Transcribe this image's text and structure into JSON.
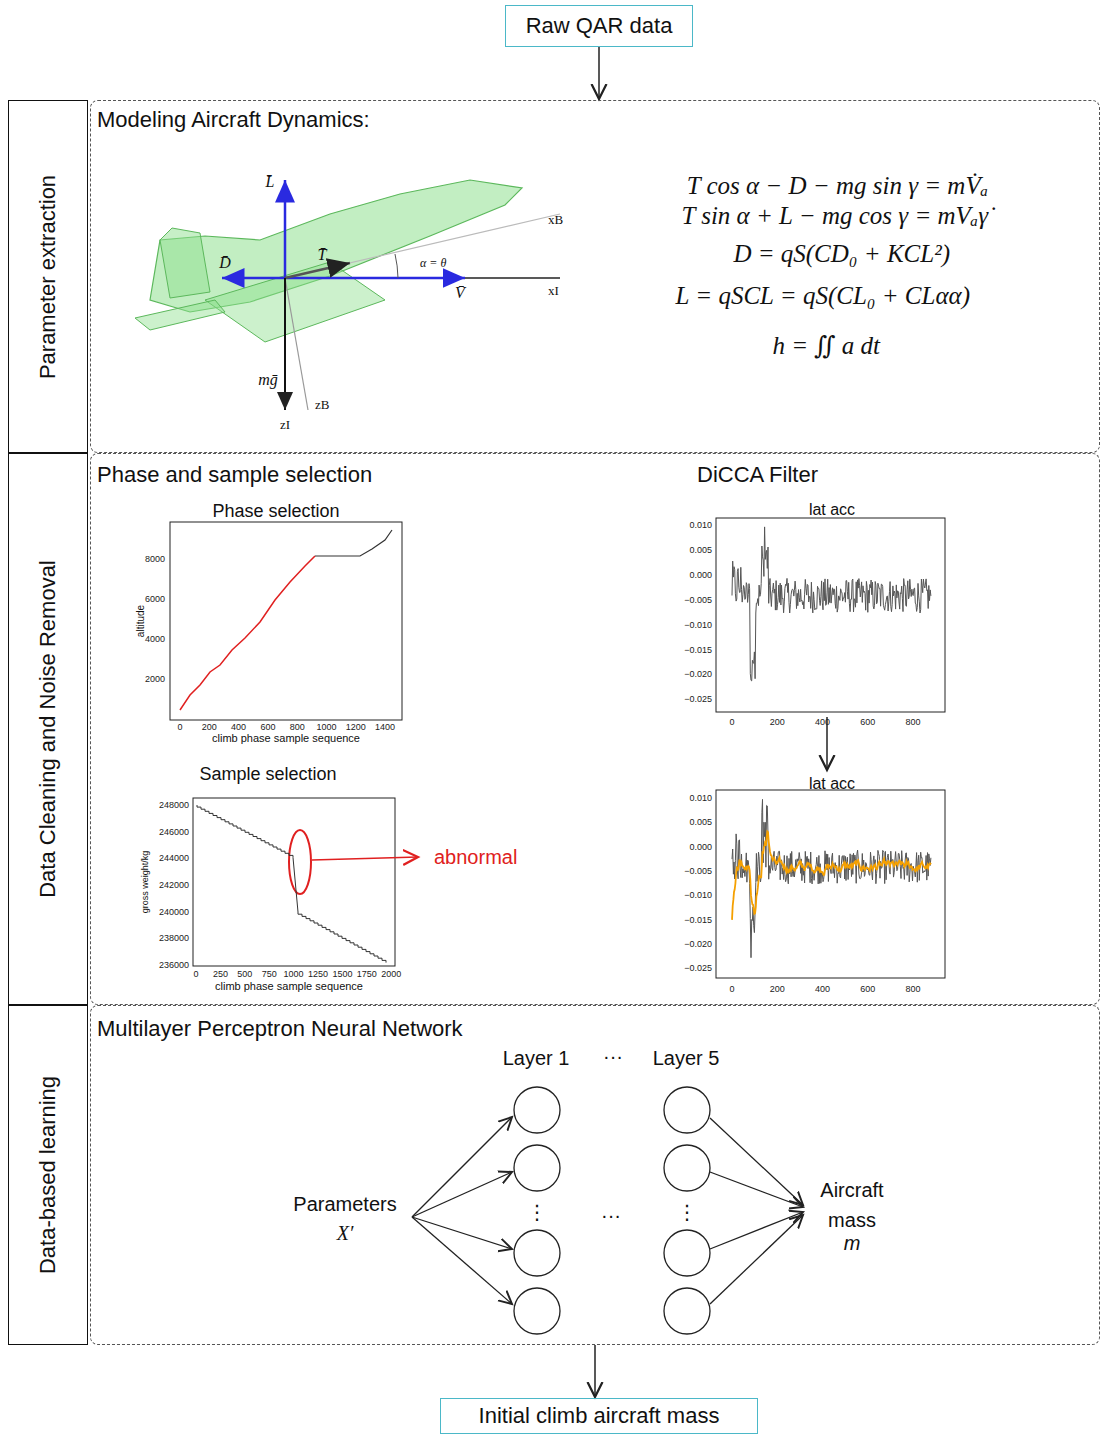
{
  "diagram": {
    "nodes": [
      {
        "text": [
          "Raw QAR data"
        ]
      },
      {
        "text": [
          "Parameter extraction"
        ]
      },
      {
        "text": [
          "Modeling Aircraft Dynamics:"
        ]
      },
      {
        "text": [
          "Data Cleaning and Noise Removal"
        ]
      },
      {
        "text": [
          "Phase and sample selection",
          "DiCCA Filter"
        ]
      },
      {
        "text": [
          "Data-based learning"
        ]
      },
      {
        "text": [
          "Multilayer Perceptron Neural Network"
        ]
      },
      {
        "text": [
          "Initial climb aircraft mass"
        ]
      }
    ],
    "edges": [
      {
        "from": 0,
        "to": 2,
        "arrow": "to"
      },
      {
        "from": 6,
        "to": 7,
        "arrow": "to"
      }
    ],
    "labels": [
      "L̄",
      "T̄",
      "D̄",
      "V̄",
      "mḡ",
      "α = θ",
      "xB",
      "xI",
      "zI",
      "zB",
      "T cos α − D − mg sin γ = mV̇ₐ",
      "T sin α + L − mg cos γ = mVₐγ̇",
      "D = qS(CD₀ + KCL²)",
      "L = qSCL = qS(CL₀ + CLαα)",
      "h = ∬ a dt",
      "Phase selection",
      "altitude",
      "climb phase sample sequence",
      "2000",
      "4000",
      "6000",
      "8000",
      "0",
      "200",
      "400",
      "600",
      "800",
      "1000",
      "1200",
      "1400",
      "Sample selection",
      "gross weight/kg",
      "climb phase sample sequence",
      "236000",
      "238000",
      "240000",
      "242000",
      "244000",
      "246000",
      "248000",
      "0",
      "250",
      "500",
      "750",
      "1000",
      "1250",
      "1500",
      "1750",
      "2000",
      "abnormal",
      "lat acc",
      "0.010",
      "0.005",
      "0.000",
      "−0.005",
      "−0.010",
      "−0.015",
      "−0.020",
      "−0.025",
      "0",
      "200",
      "400",
      "600",
      "800",
      "lat acc",
      "0.010",
      "0.005",
      "0.000",
      "−0.005",
      "−0.010",
      "−0.015",
      "−0.020",
      "−0.025",
      "0",
      "200",
      "400",
      "600",
      "800",
      "Layer 1",
      "···",
      "Layer 5",
      "Parameters",
      "X′",
      "⋮",
      "⋮",
      "···",
      "Aircraft",
      "mass",
      "m"
    ]
  }
}
